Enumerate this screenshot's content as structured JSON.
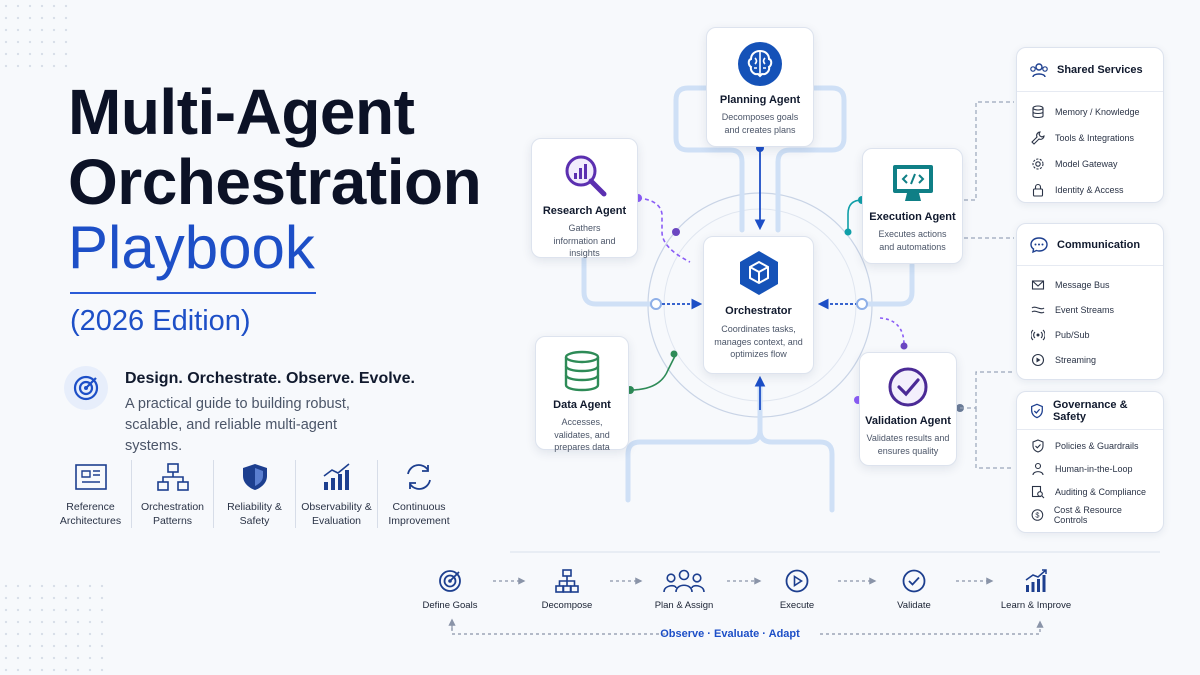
{
  "title": {
    "line1": "Multi-Agent",
    "line2": "Orchestration",
    "line3": "Playbook",
    "edition": "(2026 Edition)"
  },
  "tagline": "Design. Orchestrate. Observe. Evolve.",
  "description": "A practical guide to building robust, scalable, and reliable multi-agent systems.",
  "features": [
    {
      "label": "Reference Architectures",
      "icon": "blueprint-icon"
    },
    {
      "label": "Orchestration Patterns",
      "icon": "hierarchy-icon"
    },
    {
      "label": "Reliability & Safety",
      "icon": "shield-icon"
    },
    {
      "label": "Observability & Evaluation",
      "icon": "chart-icon"
    },
    {
      "label": "Continuous Improvement",
      "icon": "cycle-icon"
    }
  ],
  "agents": {
    "planning": {
      "title": "Planning Agent",
      "desc": "Decomposes goals and creates plans",
      "icon": "brain-icon"
    },
    "research": {
      "title": "Research Agent",
      "desc": "Gathers information and insights",
      "icon": "magnifier-icon"
    },
    "execution": {
      "title": "Execution Agent",
      "desc": "Executes actions and automations",
      "icon": "monitor-code-icon"
    },
    "orchestrator": {
      "title": "Orchestrator",
      "desc": "Coordinates tasks, manages context, and optimizes flow",
      "icon": "cube-icon"
    },
    "data": {
      "title": "Data Agent",
      "desc": "Accesses, validates, and prepares data",
      "icon": "database-icon"
    },
    "validation": {
      "title": "Validation Agent",
      "desc": "Validates results and ensures quality",
      "icon": "check-circle-icon"
    }
  },
  "panels": {
    "shared": {
      "title": "Shared Services",
      "items": [
        "Memory / Knowledge",
        "Tools & Integrations",
        "Model Gateway",
        "Identity & Access"
      ]
    },
    "communication": {
      "title": "Communication",
      "items": [
        "Message Bus",
        "Event Streams",
        "Pub/Sub",
        "Streaming"
      ]
    },
    "governance": {
      "title": "Governance & Safety",
      "items": [
        "Policies & Guardrails",
        "Human-in-the-Loop",
        "Auditing & Compliance",
        "Cost & Resource Controls"
      ]
    }
  },
  "flow": {
    "steps": [
      "Define Goals",
      "Decompose",
      "Plan & Assign",
      "Execute",
      "Validate",
      "Learn & Improve"
    ],
    "loop": "Observe · Evaluate · Adapt"
  },
  "colors": {
    "brand_blue": "#1d4fc7",
    "dark": "#0c1226",
    "green": "#2e8b57",
    "purple": "#6b46c1",
    "teal": "#0f7f86"
  }
}
